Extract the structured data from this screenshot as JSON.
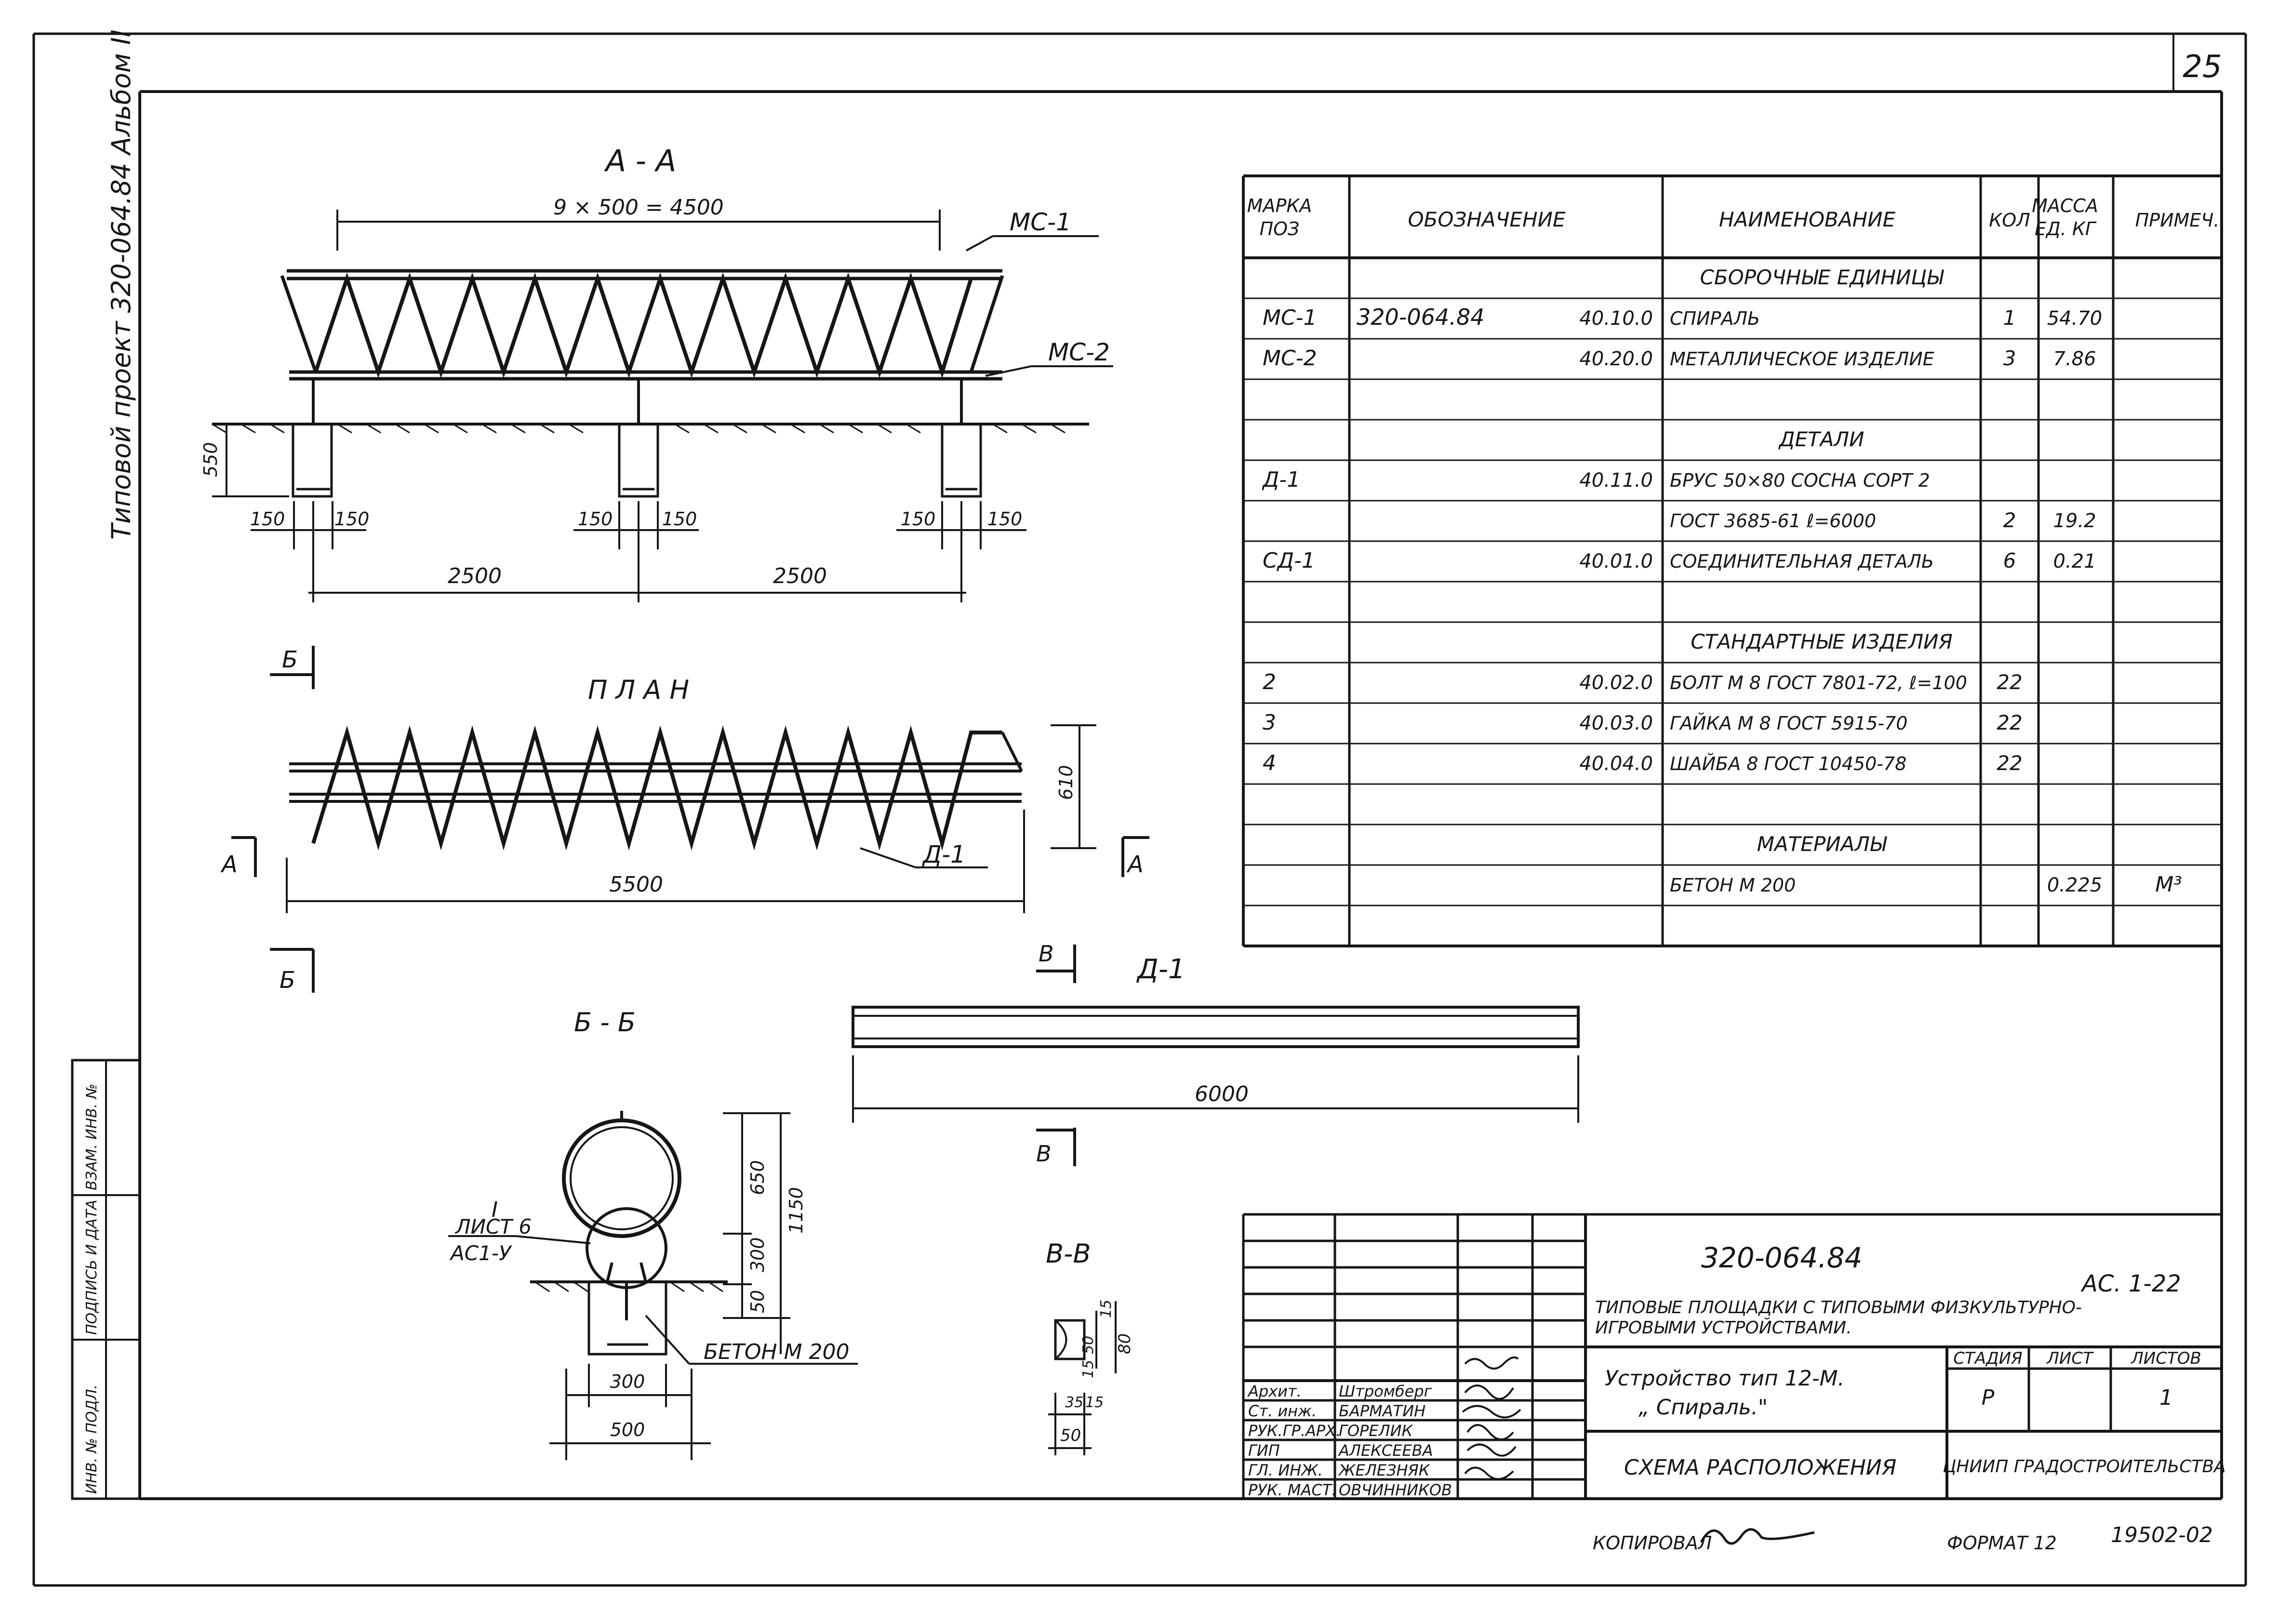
{
  "sheet_number": "25",
  "side_label": "Типовой  проект 320-064.84  Альбом II",
  "views": {
    "aa": {
      "title": "А - А",
      "top_dim": "9 × 500 = 4500",
      "callout_ms1": "МС-1",
      "callout_ms2": "МС-2",
      "height_dim": "550",
      "small_dims": [
        "150",
        "150",
        "150",
        "150",
        "150",
        "150"
      ],
      "spans": [
        "2500",
        "2500"
      ]
    },
    "plan": {
      "title": "П Л А Н",
      "cut_b": "Б",
      "cut_a": "А",
      "width_dim": "610",
      "length_dim": "5500",
      "callout": "Д-1"
    },
    "bb": {
      "title": "Б - Б",
      "ring_label": "I",
      "sheet_ref": "ЛИСТ 6",
      "series_ref": "АС1-У",
      "dim_650": "650",
      "dim_300v": "300",
      "dim_50": "50",
      "dim_1150": "1150",
      "concrete": "БЕТОН М 200",
      "dim_300h": "300",
      "dim_500": "500"
    },
    "d1": {
      "title": "Д-1",
      "cut_label": "В",
      "length_dim": "6000"
    },
    "vv": {
      "title": "В-В",
      "dims_right": [
        "15",
        "50",
        "15",
        "80"
      ],
      "dims_bottom": [
        "35",
        "15",
        "50"
      ]
    }
  },
  "spec_table": {
    "headers": [
      "МАРКА ПОЗ",
      "ОБОЗНАЧЕНИЕ",
      "НАИМЕНОВАНИЕ",
      "КОЛ",
      "МАССА ЕД. КГ",
      "ПРИМЕЧ."
    ],
    "rows": [
      {
        "mark": "",
        "code_a": "",
        "code_b": "",
        "name": "СБОРОЧНЫЕ  ЕДИНИЦЫ",
        "qty": "",
        "mass": "",
        "note": ""
      },
      {
        "mark": "МС-1",
        "code_a": "320-064.84",
        "code_b": "40.10.0",
        "name": "СПИРАЛЬ",
        "qty": "1",
        "mass": "54.70",
        "note": ""
      },
      {
        "mark": "МС-2",
        "code_a": "",
        "code_b": "40.20.0",
        "name": "МЕТАЛЛИЧЕСКОЕ  ИЗДЕЛИЕ",
        "qty": "3",
        "mass": "7.86",
        "note": ""
      },
      {
        "mark": "",
        "code_a": "",
        "code_b": "",
        "name": "",
        "qty": "",
        "mass": "",
        "note": ""
      },
      {
        "mark": "",
        "code_a": "",
        "code_b": "",
        "name": "ДЕТАЛИ",
        "qty": "",
        "mass": "",
        "note": ""
      },
      {
        "mark": "Д-1",
        "code_a": "",
        "code_b": "40.11.0",
        "name": "БРУС 50×80  СОСНА СОРТ 2",
        "qty": "",
        "mass": "",
        "note": ""
      },
      {
        "mark": "",
        "code_a": "",
        "code_b": "",
        "name": "ГОСТ 3685-61 ℓ=6000",
        "qty": "2",
        "mass": "19.2",
        "note": ""
      },
      {
        "mark": "СД-1",
        "code_a": "",
        "code_b": "40.01.0",
        "name": "СОЕДИНИТЕЛЬНАЯ  ДЕТАЛЬ",
        "qty": "6",
        "mass": "0.21",
        "note": ""
      },
      {
        "mark": "",
        "code_a": "",
        "code_b": "",
        "name": "",
        "qty": "",
        "mass": "",
        "note": ""
      },
      {
        "mark": "",
        "code_a": "",
        "code_b": "",
        "name": "СТАНДАРТНЫЕ  ИЗДЕЛИЯ",
        "qty": "",
        "mass": "",
        "note": ""
      },
      {
        "mark": "2",
        "code_a": "",
        "code_b": "40.02.0",
        "name": "БОЛТ М 8 ГОСТ 7801-72, ℓ=100",
        "qty": "22",
        "mass": "",
        "note": ""
      },
      {
        "mark": "3",
        "code_a": "",
        "code_b": "40.03.0",
        "name": "ГАЙКА М 8 ГОСТ 5915-70",
        "qty": "22",
        "mass": "",
        "note": ""
      },
      {
        "mark": "4",
        "code_a": "",
        "code_b": "40.04.0",
        "name": "ШАЙБА 8 ГОСТ 10450-78",
        "qty": "22",
        "mass": "",
        "note": ""
      },
      {
        "mark": "",
        "code_a": "",
        "code_b": "",
        "name": "",
        "qty": "",
        "mass": "",
        "note": ""
      },
      {
        "mark": "",
        "code_a": "",
        "code_b": "",
        "name": "МАТЕРИАЛЫ",
        "qty": "",
        "mass": "",
        "note": ""
      },
      {
        "mark": "",
        "code_a": "",
        "code_b": "",
        "name": "БЕТОН  М 200",
        "qty": "",
        "mass": "0.225",
        "note": "М³"
      },
      {
        "mark": "",
        "code_a": "",
        "code_b": "",
        "name": "",
        "qty": "",
        "mass": "",
        "note": ""
      }
    ]
  },
  "title_block": {
    "doc_code": "320-064.84",
    "sheet_code": "АС. 1-22",
    "description": "ТИПОВЫЕ  ПЛОЩАДКИ  С  ТИПОВЫМИ   ФИЗКУЛЬТУРНО-ИГРОВЫМИ  УСТРОЙСТВАМИ.",
    "device_line1": "Устройство  тип  12-М.",
    "device_line2": "„ Спираль.\"",
    "stage_header": "СТАДИЯ",
    "sheet_header": "ЛИСТ",
    "sheets_header": "ЛИСТОВ",
    "stage": "Р",
    "sheet": "",
    "sheets": "1",
    "scheme": "СХЕМА  РАСПОЛОЖЕНИЯ",
    "org": "ЦНИИП ГРАДОСТРОИТЕЛЬСТВА",
    "staff": [
      {
        "role": "Архит.",
        "name": "Штромберг"
      },
      {
        "role": "Ст. инж.",
        "name": "БАРМАТИН"
      },
      {
        "role": "РУК.ГР.АРХ.",
        "name": "ГОРЕЛИК"
      },
      {
        "role": "ГИП",
        "name": "АЛЕКСЕЕВА"
      },
      {
        "role": "ГЛ. ИНЖ.",
        "name": "ЖЕЛЕЗНЯК"
      },
      {
        "role": "РУК. МАСТ.",
        "name": "ОВЧИННИКОВ"
      }
    ],
    "copied": "КОПИРОВАЛ",
    "format": "ФОРМАТ  12",
    "order_no": "19502-02"
  },
  "left_stamp": [
    "ИНВ. № ПОДЛ.",
    "ПОДПИСЬ И ДАТА",
    "ВЗАМ. ИНВ. №"
  ]
}
